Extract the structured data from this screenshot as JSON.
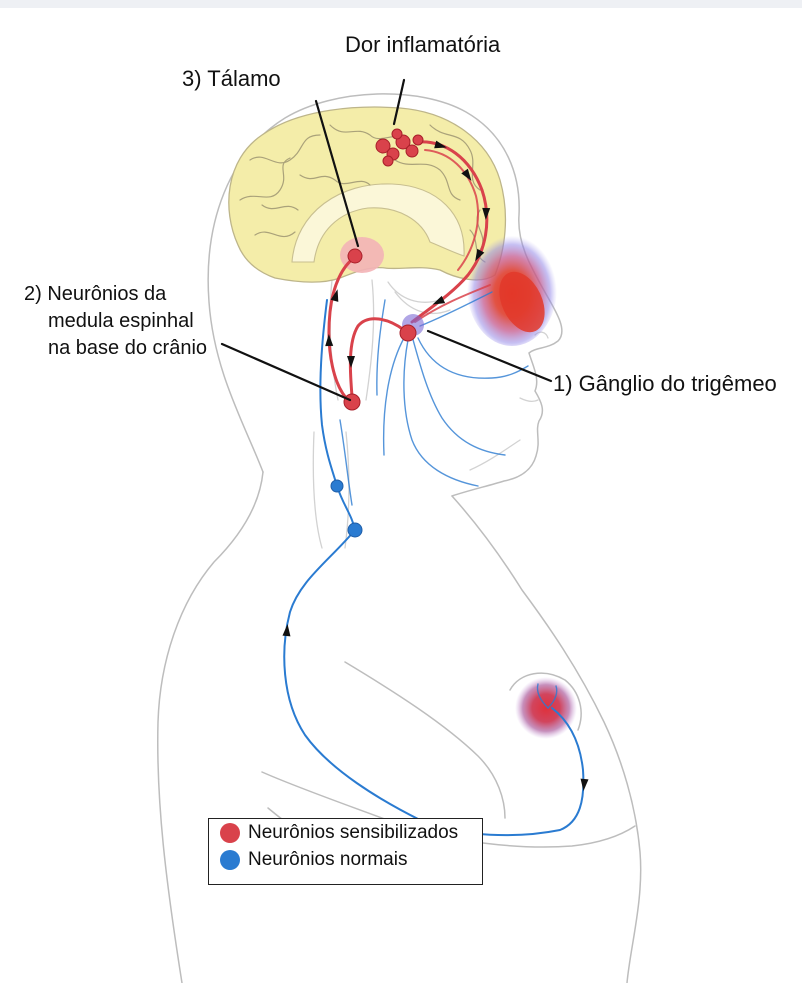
{
  "labels": {
    "inflammatory_pain": "Dor inflamatória",
    "thalamus": "3) Tálamo",
    "spinal_neurons": [
      "2) Neurônios da",
      "medula espinhal",
      "na base do crânio"
    ],
    "trigeminal_ganglion": "1) Gânglio do trigêmeo"
  },
  "legend": {
    "items": [
      {
        "label": "Neurônios sensibilizados",
        "color": "#d9424b"
      },
      {
        "label": "Neurônios normais",
        "color": "#2a7bd1"
      }
    ]
  },
  "colors": {
    "sensitized": "#d9424b",
    "normal": "#2a7bd1",
    "brain": "#f4eda9"
  }
}
